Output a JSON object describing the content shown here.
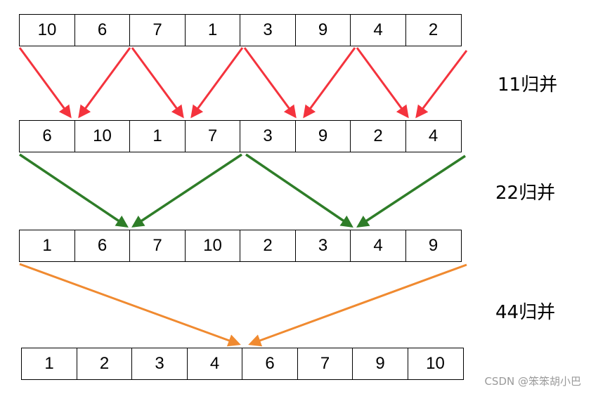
{
  "rows": [
    [
      "10",
      "6",
      "7",
      "1",
      "3",
      "9",
      "4",
      "2"
    ],
    [
      "6",
      "10",
      "1",
      "7",
      "3",
      "9",
      "2",
      "4"
    ],
    [
      "1",
      "6",
      "7",
      "10",
      "2",
      "3",
      "4",
      "9"
    ],
    [
      "1",
      "2",
      "3",
      "4",
      "6",
      "7",
      "9",
      "10"
    ]
  ],
  "labels": [
    "11归并",
    "22归并",
    "44归并"
  ],
  "colors": {
    "stage1_arrows": "#f4333d",
    "stage2_arrows": "#2e7d28",
    "stage3_arrows": "#f08a30",
    "cell_border": "#000000",
    "watermark": "#9a9a9a"
  },
  "watermark": "CSDN @笨笨胡小巴"
}
